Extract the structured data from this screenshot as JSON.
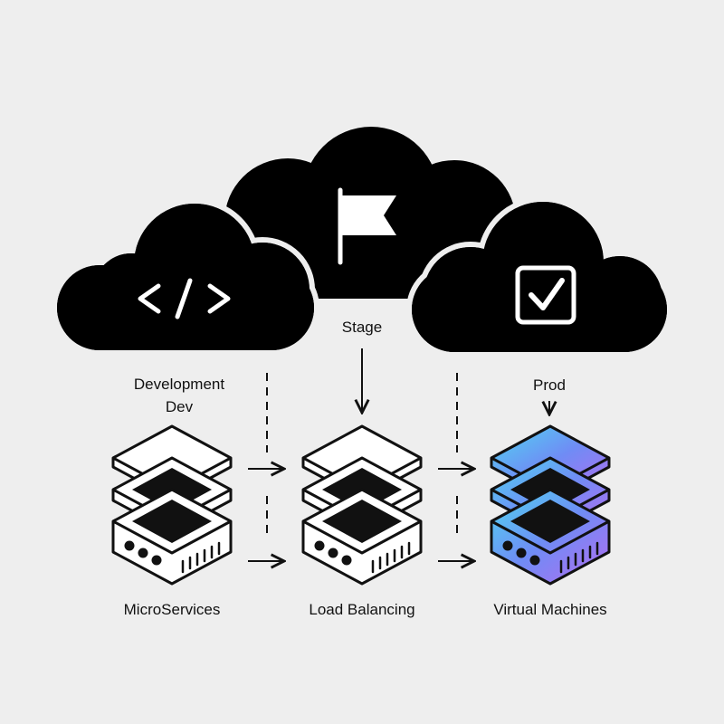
{
  "environments": {
    "dev": {
      "line1": "Development",
      "line2": "Dev",
      "icon": "code-icon"
    },
    "stage": {
      "label": "Stage",
      "icon": "flag-icon"
    },
    "prod": {
      "label": "Prod",
      "icon": "checkbox-icon"
    }
  },
  "servers": [
    {
      "label": "MicroServices",
      "style": "outline"
    },
    {
      "label": "Load Balancing",
      "style": "outline"
    },
    {
      "label": "Virtual Machines",
      "style": "gradient"
    }
  ],
  "colors": {
    "background": "#eeeeee",
    "cloud": "#000000",
    "gradient_cyan": "#4fd8f0",
    "gradient_blue": "#6f8cf5",
    "gradient_purple": "#b46cf0"
  }
}
